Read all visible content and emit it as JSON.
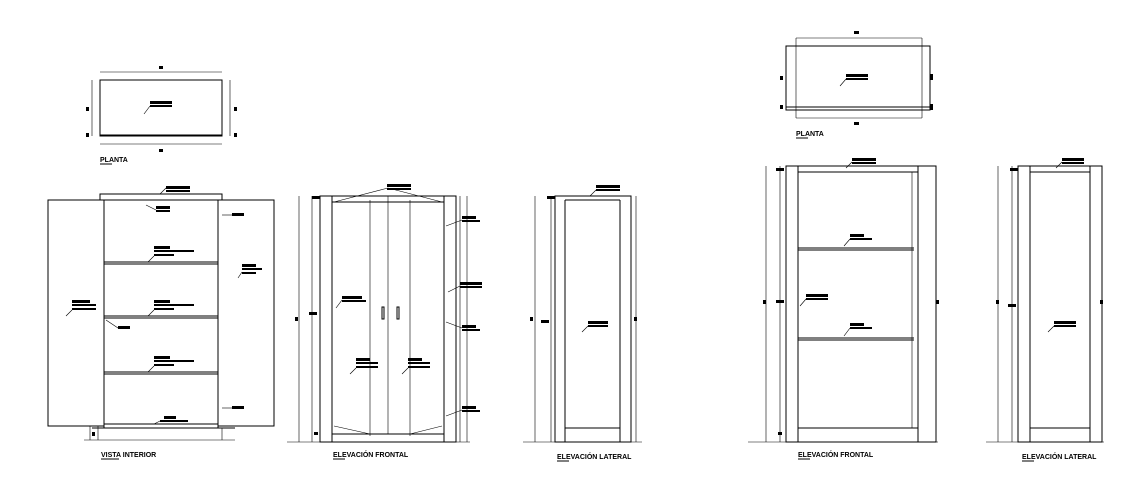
{
  "views": {
    "left_plan": "PLANTA",
    "interior": "VISTA INTERIOR",
    "front_left": "ELEVACIÓN FRONTAL",
    "side_left": "ELEVACIÓN LATERAL",
    "right_plan": "PLANTA",
    "front_right": "ELEVACIÓN FRONTAL",
    "side_right": "ELEVACIÓN LATERAL"
  }
}
